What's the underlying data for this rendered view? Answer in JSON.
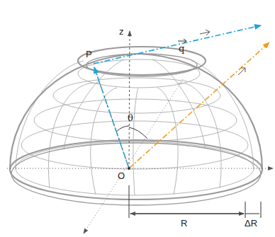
{
  "diagram": {
    "labels": [
      "z",
      "q",
      "P",
      "θ",
      "O",
      "R",
      "ΔR"
    ]
  }
}
